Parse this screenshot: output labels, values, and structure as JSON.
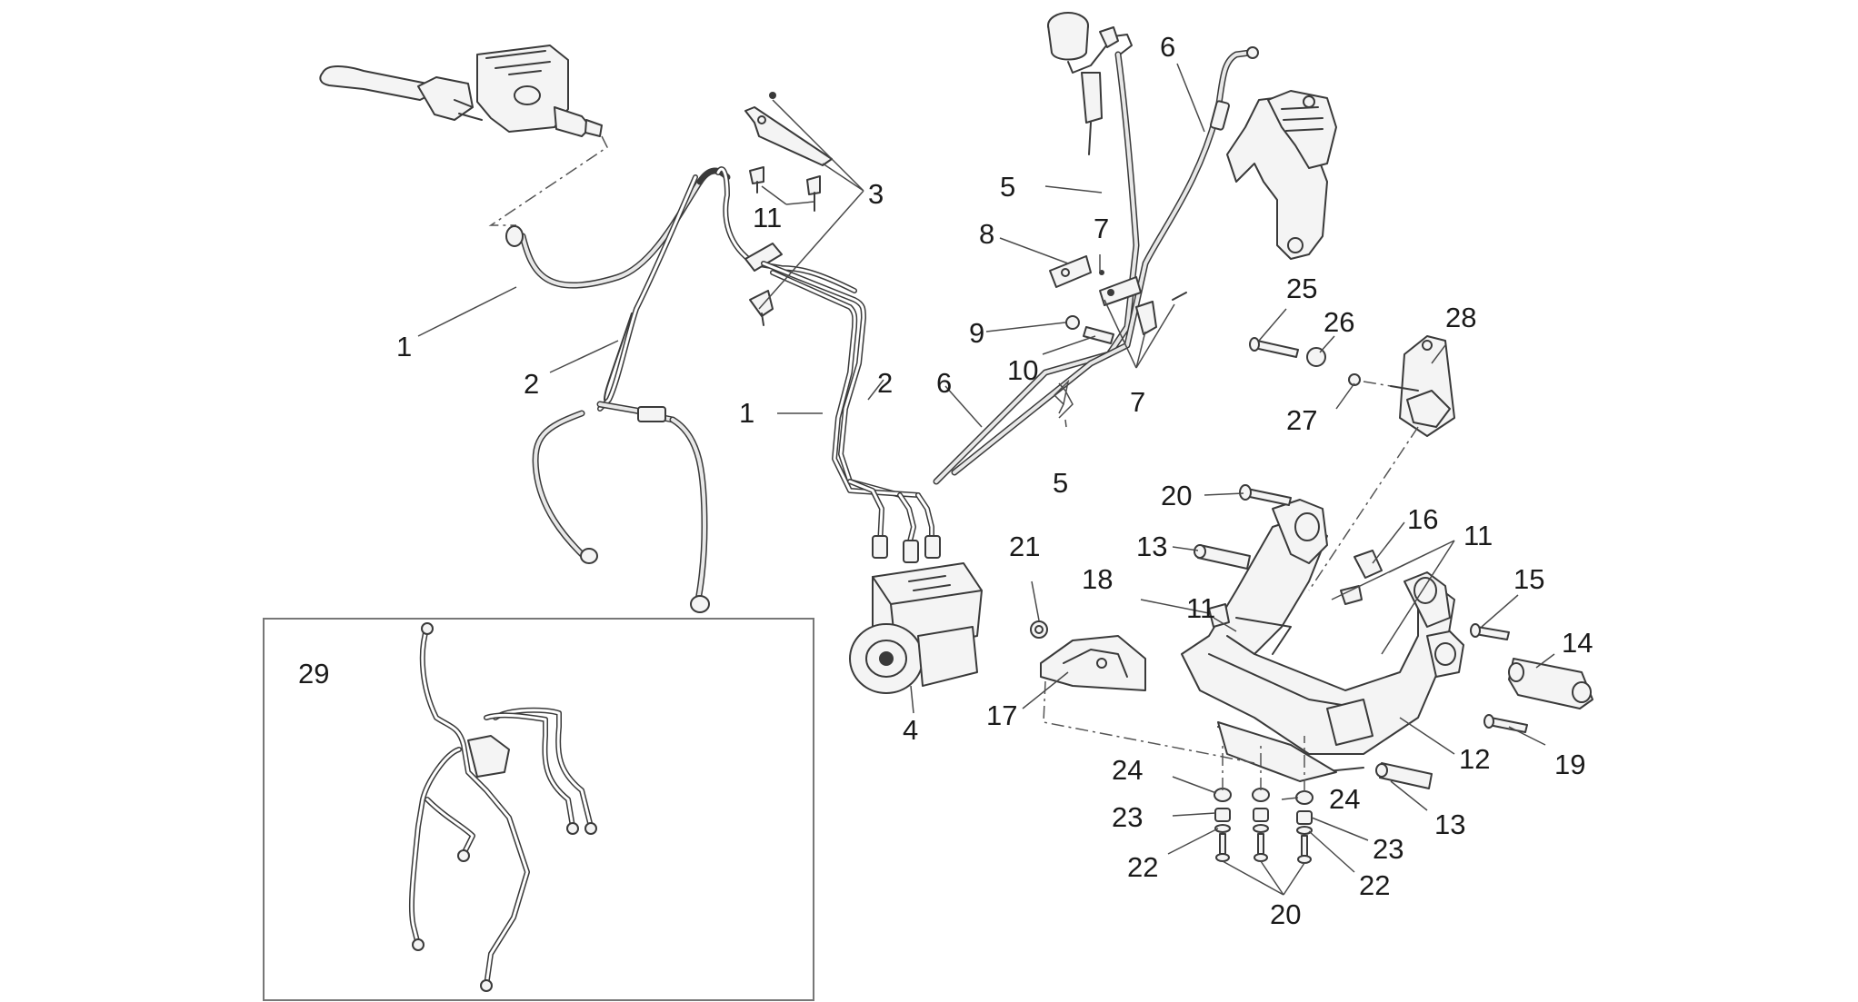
{
  "labels": [
    {
      "id": "l1a",
      "text": "1"
    },
    {
      "id": "l2a",
      "text": "2"
    },
    {
      "id": "l3",
      "text": "3"
    },
    {
      "id": "l11a",
      "text": "11"
    },
    {
      "id": "l1b",
      "text": "1"
    },
    {
      "id": "l2b",
      "text": "2"
    },
    {
      "id": "l6a",
      "text": "6"
    },
    {
      "id": "l5a",
      "text": "5"
    },
    {
      "id": "l6b",
      "text": "6"
    },
    {
      "id": "l8",
      "text": "8"
    },
    {
      "id": "l7a",
      "text": "7"
    },
    {
      "id": "l9",
      "text": "9"
    },
    {
      "id": "l10",
      "text": "10"
    },
    {
      "id": "l7b",
      "text": "7"
    },
    {
      "id": "l5b",
      "text": "5"
    },
    {
      "id": "l25",
      "text": "25"
    },
    {
      "id": "l26",
      "text": "26"
    },
    {
      "id": "l28",
      "text": "28"
    },
    {
      "id": "l27",
      "text": "27"
    },
    {
      "id": "l20a",
      "text": "20"
    },
    {
      "id": "l16",
      "text": "16"
    },
    {
      "id": "l11b",
      "text": "11"
    },
    {
      "id": "l21",
      "text": "21"
    },
    {
      "id": "l13a",
      "text": "13"
    },
    {
      "id": "l18",
      "text": "18"
    },
    {
      "id": "l11c",
      "text": "11"
    },
    {
      "id": "l15",
      "text": "15"
    },
    {
      "id": "l14",
      "text": "14"
    },
    {
      "id": "l17",
      "text": "17"
    },
    {
      "id": "l4",
      "text": "4"
    },
    {
      "id": "l29",
      "text": "29"
    },
    {
      "id": "l12",
      "text": "12"
    },
    {
      "id": "l19",
      "text": "19"
    },
    {
      "id": "l24a",
      "text": "24"
    },
    {
      "id": "l24b",
      "text": "24"
    },
    {
      "id": "l23a",
      "text": "23"
    },
    {
      "id": "l13b",
      "text": "13"
    },
    {
      "id": "l23b",
      "text": "23"
    },
    {
      "id": "l22a",
      "text": "22"
    },
    {
      "id": "l22b",
      "text": "22"
    },
    {
      "id": "l20b",
      "text": "20"
    }
  ]
}
